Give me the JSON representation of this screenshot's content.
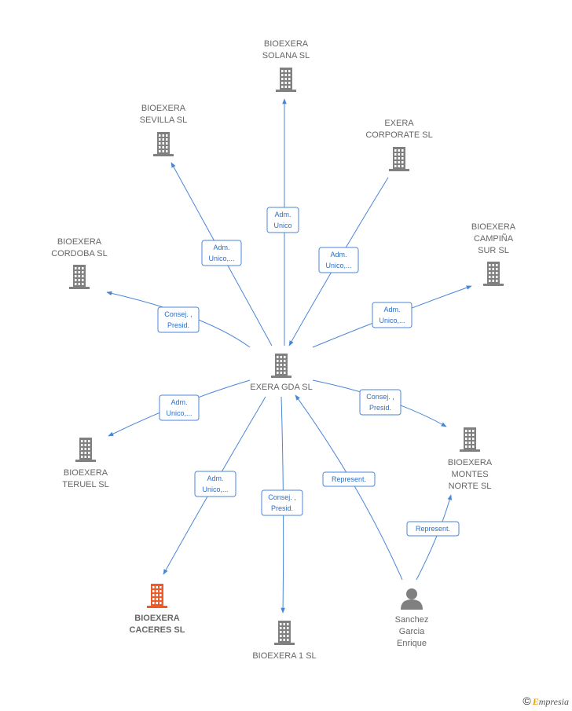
{
  "nodes": [
    {
      "id": "exera_gda",
      "label": [
        "EXERA GDA  SL"
      ],
      "kind": "company",
      "color": "#808080"
    },
    {
      "id": "solana",
      "label": [
        "BIOEXERA",
        "SOLANA  SL"
      ],
      "kind": "company",
      "color": "#808080"
    },
    {
      "id": "sevilla",
      "label": [
        "BIOEXERA",
        "SEVILLA  SL"
      ],
      "kind": "company",
      "color": "#808080"
    },
    {
      "id": "corporate",
      "label": [
        "EXERA",
        "CORPORATE  SL"
      ],
      "kind": "company",
      "color": "#808080"
    },
    {
      "id": "campina",
      "label": [
        "BIOEXERA",
        "CAMPIÑA",
        "SUR  SL"
      ],
      "kind": "company",
      "color": "#808080"
    },
    {
      "id": "cordoba",
      "label": [
        "BIOEXERA",
        "CORDOBA  SL"
      ],
      "kind": "company",
      "color": "#808080"
    },
    {
      "id": "teruel",
      "label": [
        "BIOEXERA",
        "TERUEL  SL"
      ],
      "kind": "company",
      "color": "#808080"
    },
    {
      "id": "montes",
      "label": [
        "BIOEXERA",
        "MONTES",
        "NORTE  SL"
      ],
      "kind": "company",
      "color": "#808080"
    },
    {
      "id": "caceres",
      "label": [
        "BIOEXERA",
        "CACERES  SL"
      ],
      "kind": "company",
      "color": "#f05a28",
      "highlight": true
    },
    {
      "id": "bioexera1",
      "label": [
        "BIOEXERA 1  SL"
      ],
      "kind": "company",
      "color": "#808080"
    },
    {
      "id": "sanchez",
      "label": [
        "Sanchez",
        "Garcia",
        "Enrique"
      ],
      "kind": "person",
      "color": "#808080"
    }
  ],
  "edges": [
    {
      "from": "exera_gda",
      "to": "solana",
      "label": [
        "Adm.",
        "Unico"
      ]
    },
    {
      "from": "exera_gda",
      "to": "sevilla",
      "label": [
        "Adm.",
        "Unico,..."
      ]
    },
    {
      "from": "corporate",
      "to": "exera_gda",
      "label": [
        "Adm.",
        "Unico,..."
      ]
    },
    {
      "from": "exera_gda",
      "to": "campina",
      "label": [
        "Adm.",
        "Unico,..."
      ]
    },
    {
      "from": "exera_gda",
      "to": "cordoba",
      "label": [
        "Consej. ,",
        "Presid."
      ]
    },
    {
      "from": "exera_gda",
      "to": "teruel",
      "label": [
        "Adm.",
        "Unico,..."
      ]
    },
    {
      "from": "exera_gda",
      "to": "montes",
      "label": [
        "Consej. ,",
        "Presid."
      ]
    },
    {
      "from": "exera_gda",
      "to": "caceres",
      "label": [
        "Adm.",
        "Unico,..."
      ]
    },
    {
      "from": "exera_gda",
      "to": "bioexera1",
      "label": [
        "Consej. ,",
        "Presid."
      ]
    },
    {
      "from": "sanchez",
      "to": "exera_gda",
      "label": [
        "Represent."
      ]
    },
    {
      "from": "sanchez",
      "to": "montes",
      "label": [
        "Represent."
      ]
    }
  ],
  "brand": {
    "copyright": "©",
    "initial": "E",
    "rest": "mpresia"
  }
}
